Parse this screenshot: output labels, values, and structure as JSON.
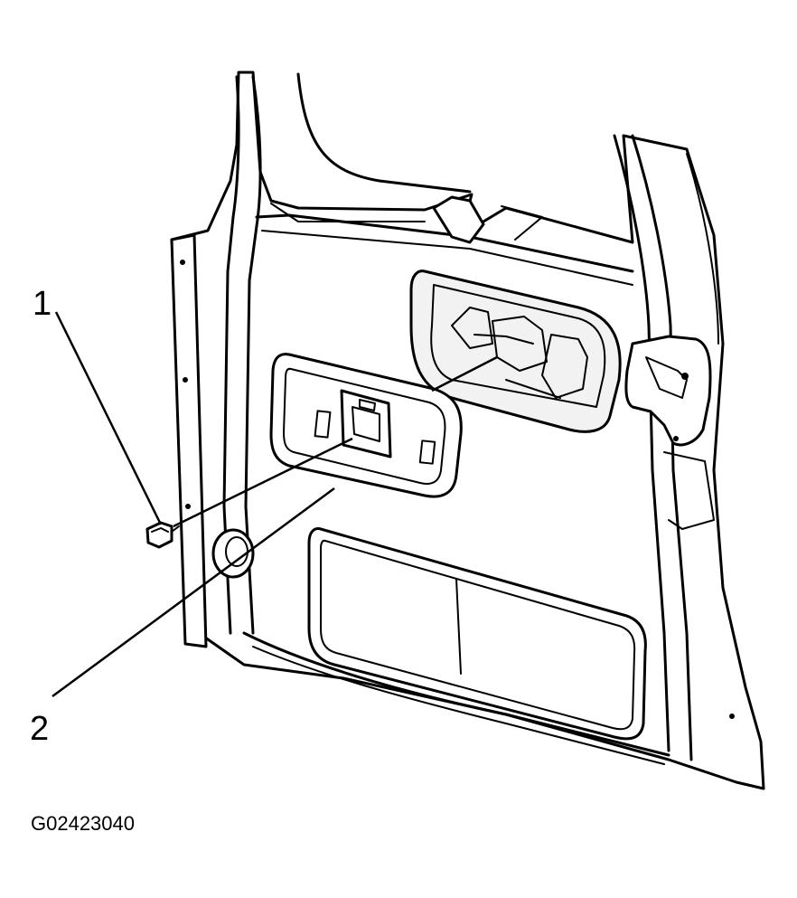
{
  "figure": {
    "id": "G02423040",
    "callouts": [
      {
        "number": "1",
        "part": "screw-icon"
      },
      {
        "number": "2",
        "part": "handle-bezel-icon"
      }
    ],
    "colors": {
      "line": "#000000",
      "background": "#ffffff"
    }
  }
}
